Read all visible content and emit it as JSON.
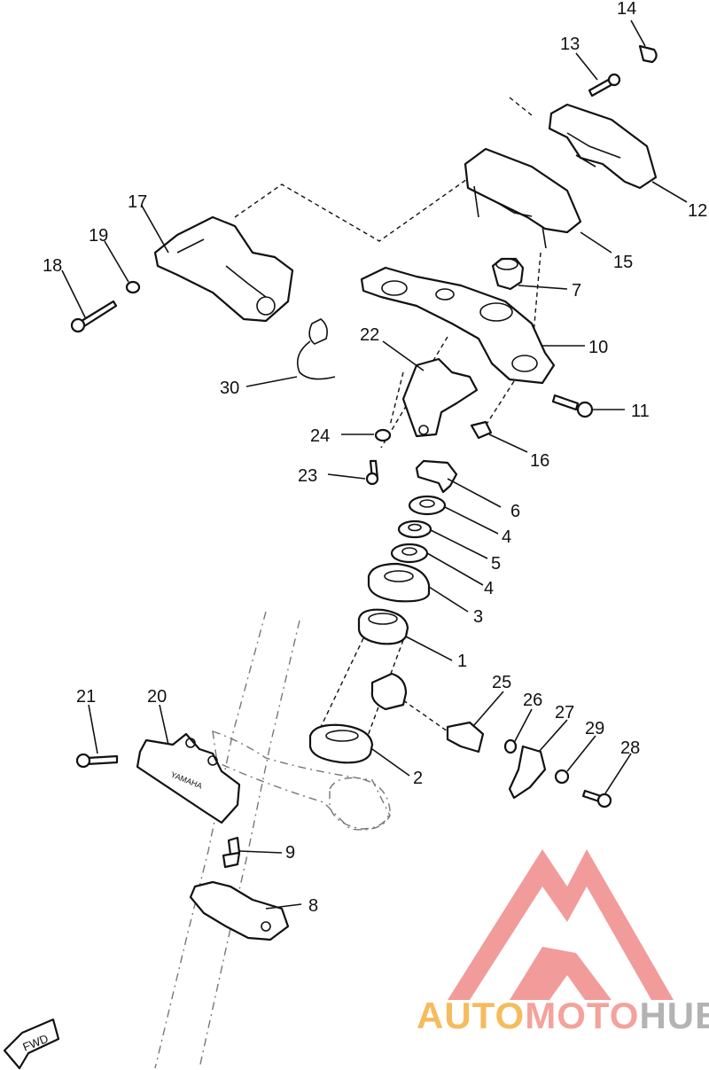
{
  "diagram": {
    "part_labels": [
      {
        "id": "p14",
        "text": "14"
      },
      {
        "id": "p13",
        "text": "13"
      },
      {
        "id": "p12",
        "text": "12"
      },
      {
        "id": "p15",
        "text": "15"
      },
      {
        "id": "p17",
        "text": "17"
      },
      {
        "id": "p19",
        "text": "19"
      },
      {
        "id": "p18",
        "text": "18"
      },
      {
        "id": "p7",
        "text": "7"
      },
      {
        "id": "p10",
        "text": "10"
      },
      {
        "id": "p22",
        "text": "22"
      },
      {
        "id": "p30",
        "text": "30"
      },
      {
        "id": "p11",
        "text": "11"
      },
      {
        "id": "p24",
        "text": "24"
      },
      {
        "id": "p16",
        "text": "16"
      },
      {
        "id": "p23",
        "text": "23"
      },
      {
        "id": "p6",
        "text": "6"
      },
      {
        "id": "p4a",
        "text": "4"
      },
      {
        "id": "p5",
        "text": "5"
      },
      {
        "id": "p4b",
        "text": "4"
      },
      {
        "id": "p3",
        "text": "3"
      },
      {
        "id": "p1",
        "text": "1"
      },
      {
        "id": "p25",
        "text": "25"
      },
      {
        "id": "p21",
        "text": "21"
      },
      {
        "id": "p20",
        "text": "20"
      },
      {
        "id": "p26",
        "text": "26"
      },
      {
        "id": "p27",
        "text": "27"
      },
      {
        "id": "p29",
        "text": "29"
      },
      {
        "id": "p28",
        "text": "28"
      },
      {
        "id": "p2",
        "text": "2"
      },
      {
        "id": "p9",
        "text": "9"
      },
      {
        "id": "p8",
        "text": "8"
      }
    ],
    "direction_marker": "FWD",
    "stamp_on_part_20": "YAMAHA"
  },
  "watermark": {
    "brand_auto": "AUTO",
    "brand_moto": "MOTO",
    "brand_hub": "HUB",
    "color_auto": "#f5b041",
    "color_moto": "#f1948a",
    "color_hub": "#a6a6a6",
    "logo_color": "#f08a8a"
  }
}
